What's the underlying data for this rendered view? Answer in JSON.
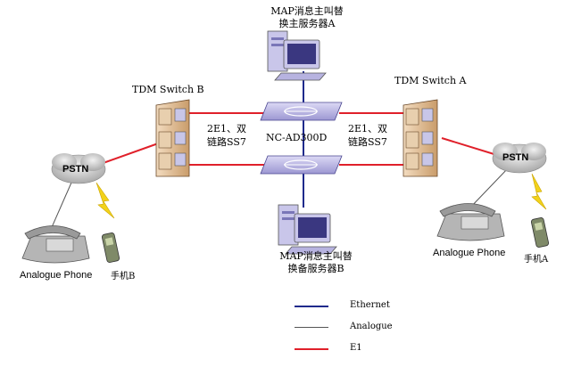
{
  "nodes": {
    "map_server_a_line1": "MAP消息主叫替",
    "map_server_a_line2": "换主服务器A",
    "map_server_b_line1": "MAP消息主叫替",
    "map_server_b_line2": "换备服务器B",
    "switch_a": "TDM Switch  A",
    "switch_b": "TDM Switch  B",
    "center_device": "NC-AD300D",
    "link_left_line1": "2E1、双",
    "link_left_line2": "链路SS7",
    "link_right_line1": "2E1、双",
    "link_right_line2": "链路SS7",
    "pstn_left": "PSTN",
    "pstn_right": "PSTN",
    "phone_left": "Analogue Phone",
    "phone_right": "Analogue Phone",
    "mobile_b": "手机B",
    "mobile_a": "手机A"
  },
  "legend": [
    {
      "label": "Ethernet",
      "color": "#1f2a8c"
    },
    {
      "label": "Analogue",
      "color": "#555555"
    },
    {
      "label": "E1",
      "color": "#e0202a"
    }
  ],
  "colors": {
    "e1": "#e0202a",
    "ethernet": "#1f2a8c",
    "analogue": "#555555",
    "switch_body": "#d9b48a",
    "device_body": "#b7b3e0",
    "cloud": "#c8c8c8"
  }
}
